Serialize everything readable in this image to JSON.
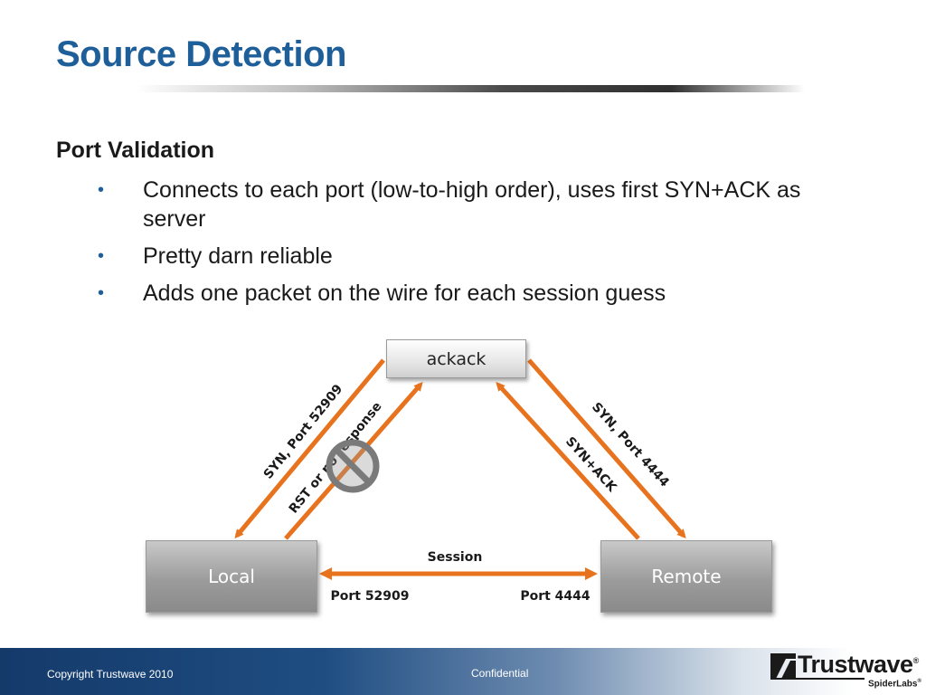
{
  "slide": {
    "title": "Source Detection",
    "heading": "Port Validation",
    "bullets": [
      "Connects to each port (low-to-high order), uses first SYN+ACK as server",
      "Pretty darn reliable",
      "Adds one packet on the wire for each session guess"
    ],
    "bullet_glyph": "•"
  },
  "diagram": {
    "nodes": {
      "ackack": "ackack",
      "local": "Local",
      "remote": "Remote"
    },
    "edges": {
      "local_to_ackack": "SYN, Port 52909",
      "ackack_to_local": "RST or no response",
      "ackack_to_remote": "SYN, Port 4444",
      "remote_to_ackack": "SYN+ACK",
      "session": "Session",
      "local_port": "Port 52909",
      "remote_port": "Port 4444"
    },
    "blocked_icon": "no-entry-icon",
    "arrow_color": "#e8731e"
  },
  "footer": {
    "copyright": "Copyright Trustwave 2010",
    "confidential": "Confidential",
    "logo_text": "Trustwave",
    "logo_registered": "®",
    "logo_sub": "SpiderLabs",
    "logo_sub_registered": "®"
  },
  "colors": {
    "title": "#1e5f9a",
    "footer_bar": "#1f4d82"
  }
}
